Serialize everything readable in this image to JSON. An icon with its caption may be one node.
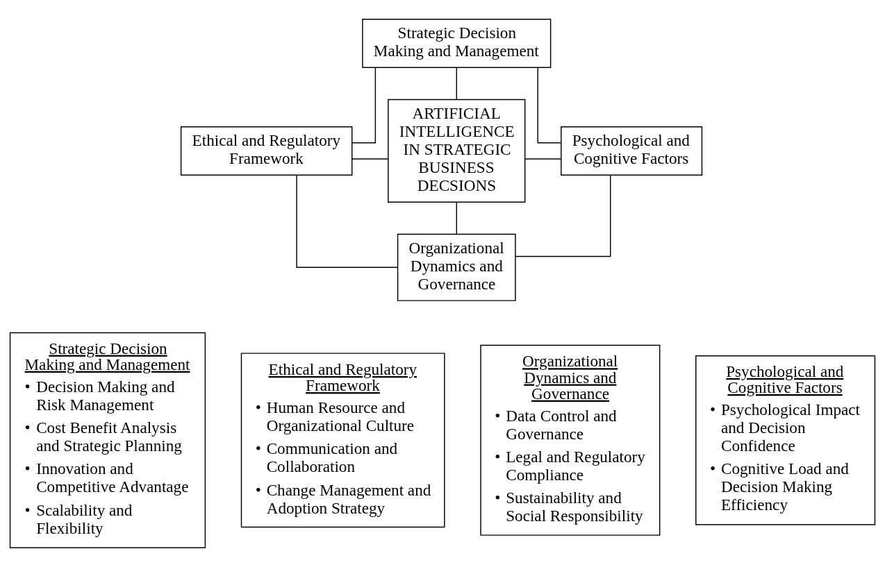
{
  "diagram": {
    "nodes": [
      {
        "text": [
          "Strategic Decision Making and Management"
        ]
      },
      {
        "text": [
          "ARTIFICIAL INTELLIGENCE IN STRATEGIC BUSINESS DECSIONS"
        ]
      },
      {
        "text": [
          "Ethical and Regulatory Framework"
        ]
      },
      {
        "text": [
          "Psychological and Cognitive Factors"
        ]
      },
      {
        "text": [
          "Organizational Dynamics and Governance"
        ]
      },
      {
        "text": [
          "Strategic Decision Making and Management",
          "• Decision Making and Risk Management",
          "• Cost Benefit Analysis and Strategic Planning",
          "• Innovation and Competitive Advantage",
          "• Scalability and Flexibility"
        ]
      },
      {
        "text": [
          "Ethical and Regulatory Framework",
          "• Human Resource and Organizational Culture",
          "• Communication and Collaboration",
          "• Change Management and Adoption Strategy"
        ]
      },
      {
        "text": [
          "Organizational Dynamics and Governance",
          "• Data Control and Governance",
          "• Legal and Regulatory Compliance",
          "• Sustainability and Social Responsibility"
        ]
      },
      {
        "text": [
          "Psychological and Cognitive Factors",
          "• Psychological Impact and Decision Confidence",
          "• Cognitive Load and Decision Making Efficiency"
        ]
      }
    ],
    "edges": [
      {
        "from": 0,
        "to": 1,
        "arrow": "none"
      },
      {
        "from": 2,
        "to": 1,
        "arrow": "none"
      },
      {
        "from": 1,
        "to": 3,
        "arrow": "none"
      },
      {
        "from": 1,
        "to": 4,
        "arrow": "none"
      },
      {
        "from": 2,
        "to": 0,
        "arrow": "none"
      },
      {
        "from": 0,
        "to": 3,
        "arrow": "none"
      },
      {
        "from": 2,
        "to": 4,
        "arrow": "none"
      },
      {
        "from": 3,
        "to": 4,
        "arrow": "none"
      }
    ]
  }
}
